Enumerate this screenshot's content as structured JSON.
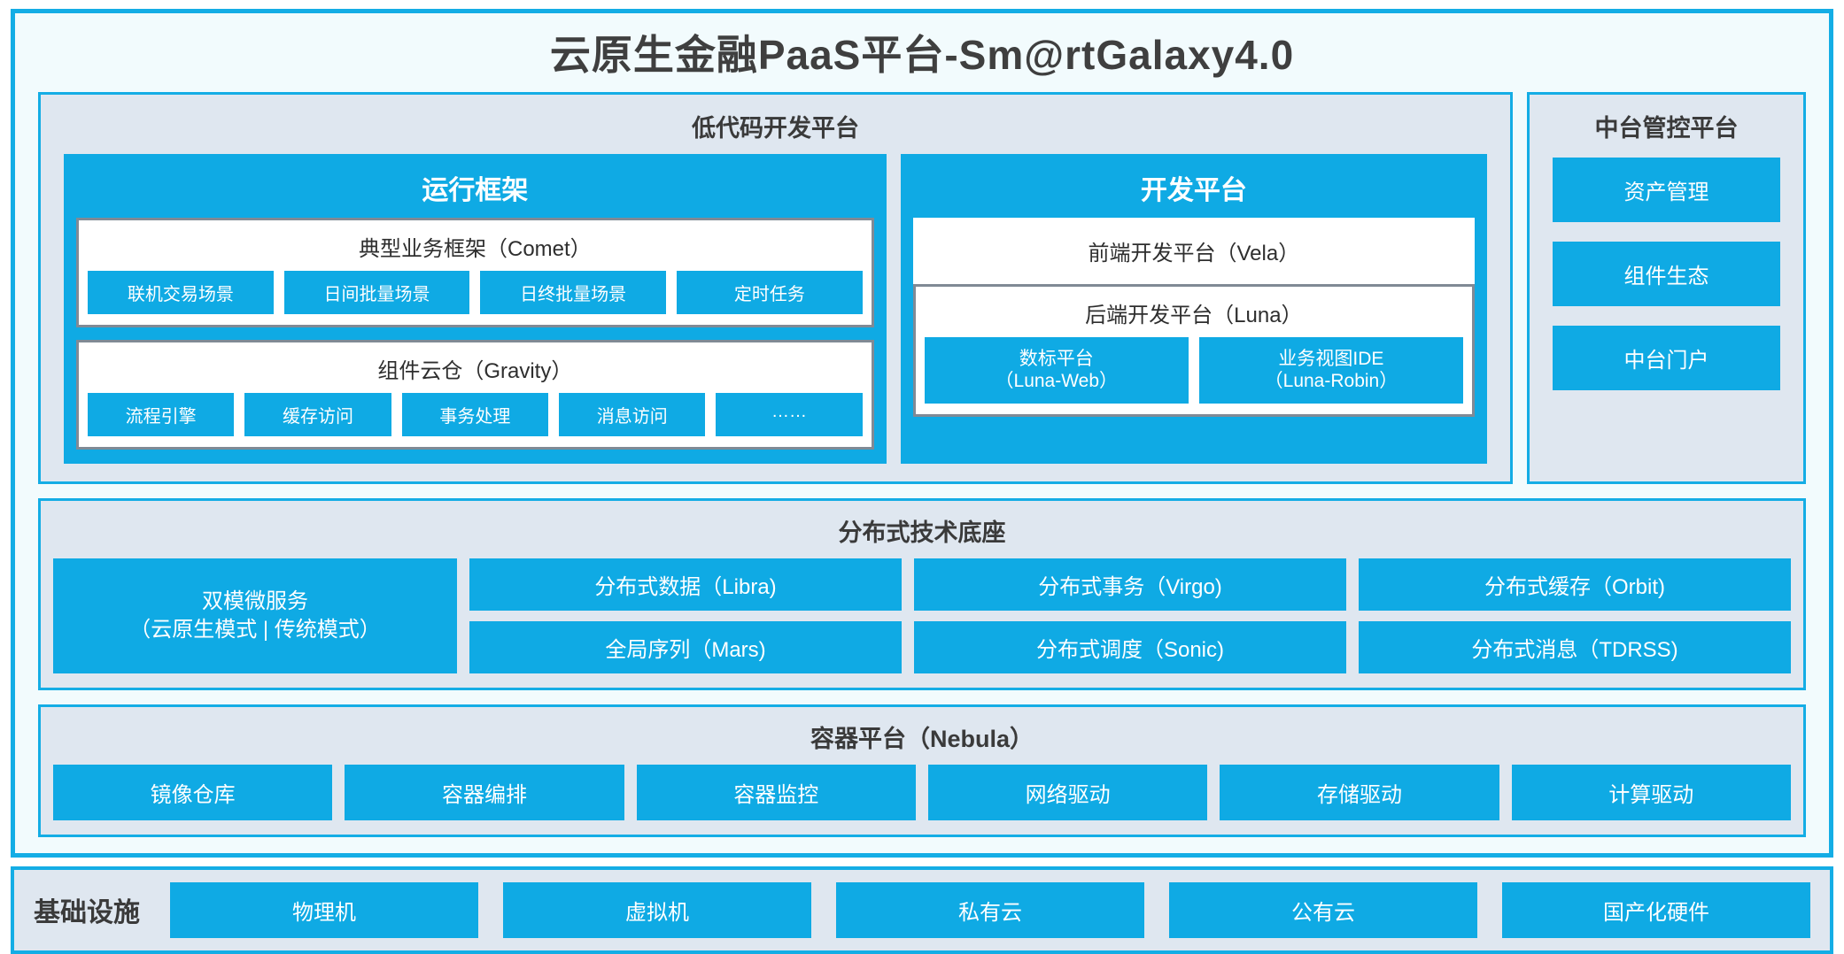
{
  "title": "云原生金融PaaS平台-Sm@rtGalaxy4.0",
  "colors": {
    "accent_blue": "#0FAAE4",
    "frame_blue": "#14ADE5",
    "panel_bg": "#DFE7F0",
    "page_bg": "#F2FBFD",
    "box_border_gray": "#808A95",
    "text_dark": "#3A3A3A"
  },
  "lowcode": {
    "title": "低代码开发平台",
    "runtime": {
      "title": "运行框架",
      "comet": {
        "title": "典型业务框架（Comet）",
        "items": [
          "联机交易场景",
          "日间批量场景",
          "日终批量场景",
          "定时任务"
        ]
      },
      "gravity": {
        "title": "组件云仓（Gravity）",
        "items": [
          "流程引擎",
          "缓存访问",
          "事务处理",
          "消息访问",
          "……"
        ]
      }
    },
    "devplatform": {
      "title": "开发平台",
      "frontend": "前端开发平台（Vela）",
      "backend": {
        "title": "后端开发平台（Luna）",
        "items": [
          {
            "line1": "数标平台",
            "line2": "（Luna-Web）"
          },
          {
            "line1": "业务视图IDE",
            "line2": "（Luna-Robin）"
          }
        ]
      }
    }
  },
  "midplatform": {
    "title": "中台管控平台",
    "items": [
      "资产管理",
      "组件生态",
      "中台门户"
    ]
  },
  "distributed": {
    "title": "分布式技术底座",
    "microservice": {
      "line1": "双模微服务",
      "line2": "（云原生模式 | 传统模式）"
    },
    "columns": [
      [
        "分布式数据（Libra)",
        "全局序列（Mars)"
      ],
      [
        "分布式事务（Virgo)",
        "分布式调度（Sonic)"
      ],
      [
        "分布式缓存（Orbit)",
        "分布式消息（TDRSS)"
      ]
    ]
  },
  "container": {
    "title": "容器平台（Nebula）",
    "items": [
      "镜像仓库",
      "容器编排",
      "容器监控",
      "网络驱动",
      "存储驱动",
      "计算驱动"
    ]
  },
  "infrastructure": {
    "label": "基础设施",
    "items": [
      "物理机",
      "虚拟机",
      "私有云",
      "公有云",
      "国产化硬件"
    ]
  }
}
